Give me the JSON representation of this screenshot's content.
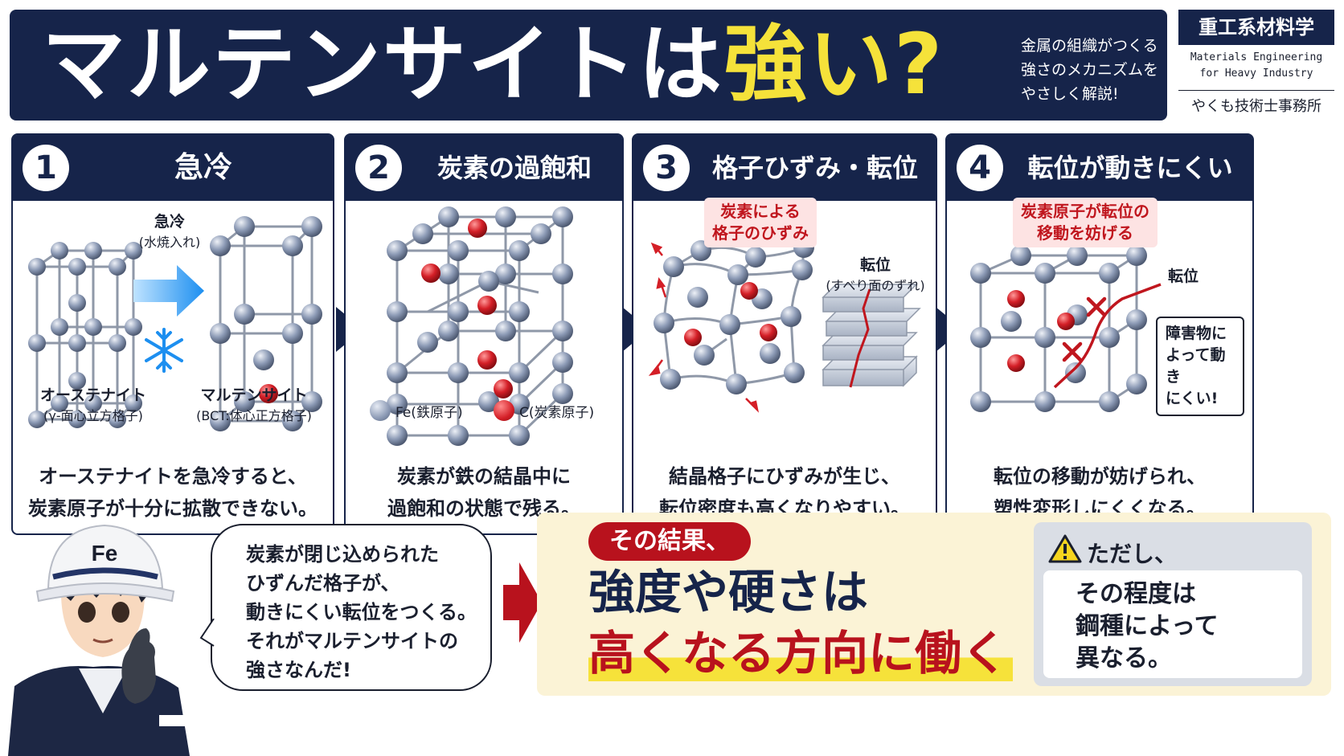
{
  "header": {
    "title_main": "マルテンサイトは",
    "title_highlight": "強い?",
    "subtitle": "金属の組織がつくる 強さのメカニズムを やさしく解説!",
    "brand_name": "重工系材料学",
    "brand_en_line1": "Materials Engineering",
    "brand_en_line2": "for Heavy Industry",
    "office": "やくも技術士事務所"
  },
  "steps": [
    {
      "num": "1",
      "title": "急冷",
      "desc_line1": "オーステナイトを急冷すると、",
      "desc_line2": "炭素原子が十分に拡散できない。",
      "quench_label": "急冷",
      "quench_sub": "(水焼入れ)",
      "left_name": "オーステナイト",
      "left_sub": "(γ-面心立方格子)",
      "right_name": "マルテンサイト",
      "right_sub": "(BCT:体心正方格子)"
    },
    {
      "num": "2",
      "title": "炭素の過飽和",
      "desc_line1": "炭素が鉄の結晶中に",
      "desc_line2": "過飽和の状態で残る。",
      "legend_fe": "Fe(鉄原子)",
      "legend_c": "C(炭素原子)"
    },
    {
      "num": "3",
      "title": "格子ひずみ・転位",
      "desc_line1": "結晶格子にひずみが生じ、",
      "desc_line2": "転位密度も高くなりやすい。",
      "note_line1": "炭素による",
      "note_line2": "格子のひずみ",
      "disl_label": "転位",
      "disl_sub": "(すべり面のずれ)"
    },
    {
      "num": "4",
      "title": "転位が動きにくい",
      "desc_line1": "転位の移動が妨げられ、",
      "desc_line2": "塑性変形しにくくなる。",
      "note_line1": "炭素原子が転位の",
      "note_line2": "移動を妨げる",
      "disl_label": "転位",
      "obstacle_line1": "障害物に",
      "obstacle_line2": "よって動き",
      "obstacle_line3": "にくい!"
    }
  ],
  "character": {
    "helmet_text": "Fe",
    "speech_line1": "炭素が閉じ込められた",
    "speech_line2": "ひずんだ格子が、",
    "speech_line3": "動きにくい転位をつくる。",
    "speech_line4": "それがマルテンサイトの",
    "speech_line5": "強さなんだ!"
  },
  "result": {
    "tag": "その結果、",
    "line1": "強度や硬さは",
    "line2": "高くなる方向に働く"
  },
  "caution": {
    "head": "ただし、",
    "line1": "その程度は",
    "line2": "鋼種によって",
    "line3": "異なる。"
  },
  "colors": {
    "navy": "#16244a",
    "red": "#b8121d",
    "yellow": "#f5e23a",
    "cream": "#fbf3d6"
  }
}
